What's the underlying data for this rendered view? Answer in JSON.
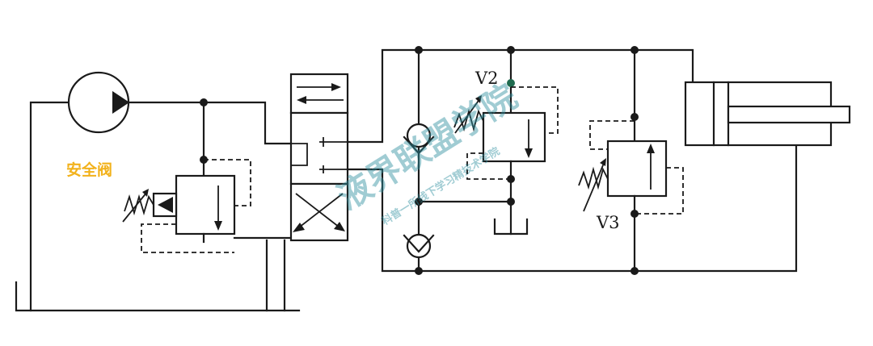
{
  "labels": {
    "safety_valve": "安全阀",
    "v2": "V2",
    "v3": "V3"
  },
  "watermark": {
    "main": "液界联盟学院",
    "sub": "科普一所线下学习精技术学院"
  },
  "colors": {
    "line": "#1a1a1a",
    "label_highlight": "#f2b21c",
    "watermark": "#2f8fa0"
  },
  "icons": [
    "pump-symbol",
    "relief-valve-symbol",
    "directional-valve-symbol",
    "check-valve-symbol",
    "cylinder-symbol",
    "tank-symbol",
    "spring-symbol"
  ]
}
